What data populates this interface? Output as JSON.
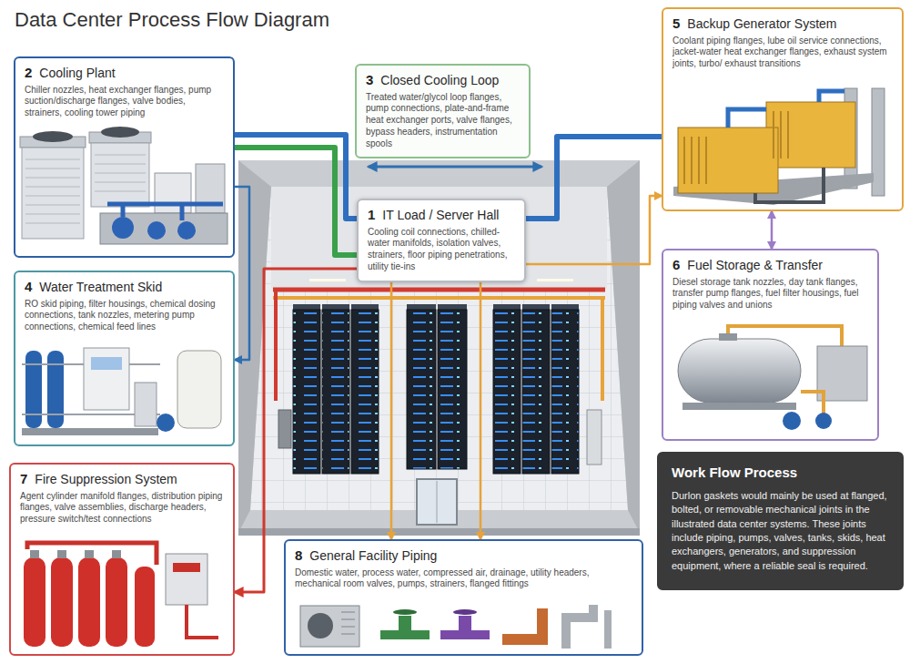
{
  "diagram": {
    "title": "Data Center Process Flow Diagram",
    "nodes": [
      {
        "text": [
          "1",
          "IT Load / Server Hall",
          "Cooling coil connections, chilled-water manifolds, isolation valves, strainers, floor piping penetrations, utility tie-ins"
        ]
      },
      {
        "text": [
          "2",
          "Cooling Plant",
          "Chiller nozzles, heat exchanger flanges, pump suction/discharge flanges, valve bodies, strainers, cooling tower piping"
        ]
      },
      {
        "text": [
          "3",
          "Closed Cooling Loop",
          "Treated water/glycol loop flanges, pump connections, plate-and-frame heat exchanger ports, valve flanges, bypass headers, instrumentation spools"
        ]
      },
      {
        "text": [
          "4",
          "Water Treatment Skid",
          "RO skid piping, filter housings, chemical dosing connections, tank nozzles, metering pump connections, chemical feed lines"
        ]
      },
      {
        "text": [
          "5",
          "Backup Generator System",
          "Coolant piping flanges, lube oil service connections, jacket-water heat exchanger flanges, exhaust system joints, turbo/ exhaust transitions"
        ]
      },
      {
        "text": [
          "6",
          "Fuel Storage & Transfer",
          "Diesel storage tank nozzles, day tank flanges, transfer pump flanges, fuel filter housings, fuel piping valves and unions"
        ]
      },
      {
        "text": [
          "7",
          "Fire Suppression System",
          "Agent cylinder manifold flanges, distribution piping flanges, valve assemblies, discharge headers, pressure switch/test connections"
        ]
      },
      {
        "text": [
          "8",
          "General Facility Piping",
          "Domestic water, process water, compressed air, drainage, utility headers, mechanical room valves, pumps, strainers, flanged fittings"
        ]
      },
      {
        "text": [
          "Work Flow Process",
          "Durlon gaskets would mainly be used at flanged, bolted, or removable mechanical joints in the illustrated data center systems. These joints include piping, pumps, valves, tanks, skids, heat exchangers, generators, and suppression equipment, where a reliable seal is required."
        ]
      }
    ],
    "edges": [
      {
        "from": 1,
        "to": 0,
        "arrow": "none"
      },
      {
        "from": 1,
        "to": 0,
        "arrow": "none"
      },
      {
        "from": 0,
        "to": 4,
        "arrow": "none"
      },
      {
        "from": 1,
        "to": 3,
        "arrow": "to"
      },
      {
        "from": 0,
        "to": 6,
        "arrow": "to"
      },
      {
        "from": 0,
        "to": 7,
        "arrow": "to"
      },
      {
        "from": 0,
        "to": 7,
        "arrow": "to"
      },
      {
        "from": 0,
        "to": 4,
        "arrow": "to"
      },
      {
        "from": 4,
        "to": 5,
        "arrow": "both"
      }
    ]
  }
}
